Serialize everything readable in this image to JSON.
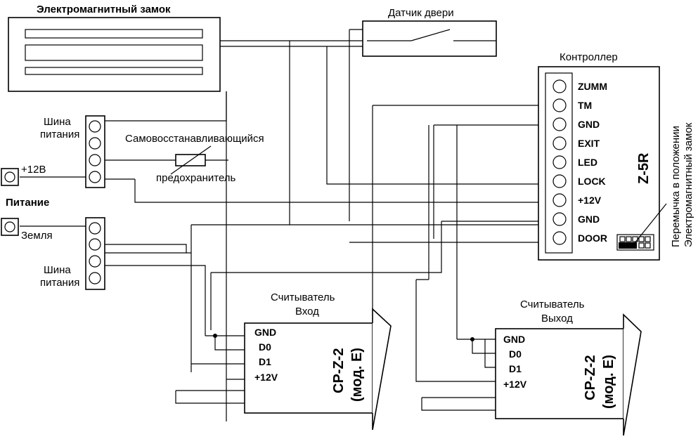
{
  "labels": {
    "lock_title": "Электромагнитный замок",
    "door_sensor": "Датчик двери",
    "controller": "Контроллер",
    "bus_top_1": "Шина",
    "bus_top_2": "питания",
    "fuse_1": "Самовосстанавливающийся",
    "fuse_2": "предохранитель",
    "plus12": "+12В",
    "power": "Питание",
    "ground": "Земля",
    "bus_bot_1": "Шина",
    "bus_bot_2": "питания",
    "reader_in_1": "Считыватель",
    "reader_in_2": "Вход",
    "reader_out_1": "Считыватель",
    "reader_out_2": "Выход",
    "reader_model_1": "CP-Z-2",
    "reader_model_2": "(мод. E)",
    "controller_model": "Z-5R",
    "jumper_1": "Перемычка в положении",
    "jumper_2": "Электромагнитный замок"
  },
  "controller_terminals": [
    "ZUMM",
    "TM",
    "GND",
    "EXIT",
    "LED",
    "LOCK",
    "+12V",
    "GND",
    "DOOR"
  ],
  "reader_in_pins": [
    "GND",
    "D0",
    "D1",
    "+12V"
  ],
  "reader_out_pins": [
    "GND",
    "D0",
    "D1",
    "+12V"
  ]
}
